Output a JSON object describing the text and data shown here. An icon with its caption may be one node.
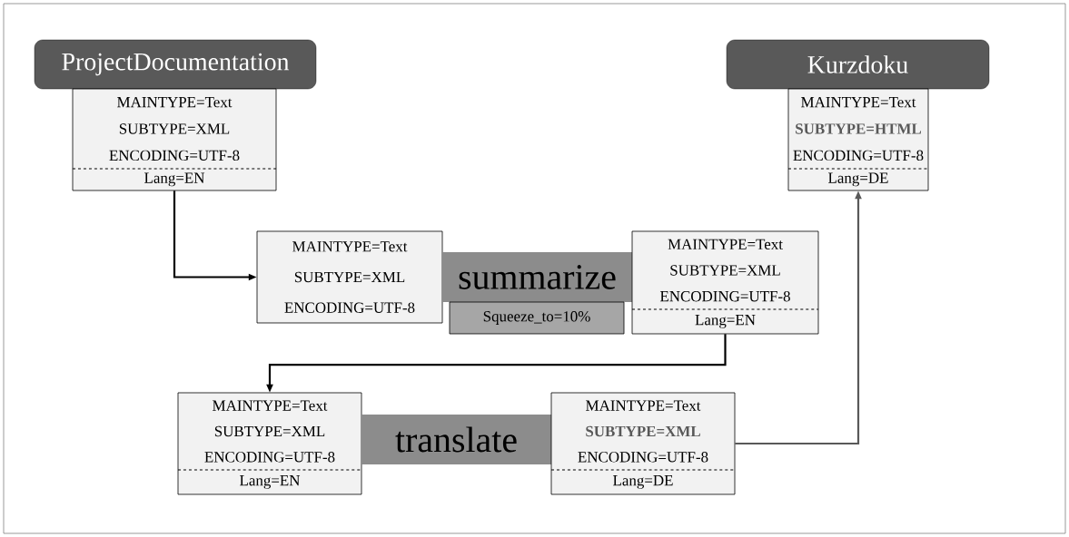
{
  "diagram": {
    "nodes": [
      {
        "text": [
          "ProjectDocumentation"
        ]
      },
      {
        "text": [
          "MAINTYPE=Text",
          "SUBTYPE=XML",
          "ENCODING=UTF-8",
          "Lang=EN"
        ]
      },
      {
        "text": [
          "Kurzdoku"
        ]
      },
      {
        "text": [
          "MAINTYPE=Text",
          "**SUBTYPE=HTML**",
          "ENCODING=UTF-8",
          "Lang=DE"
        ]
      },
      {
        "text": [
          "MAINTYPE=Text",
          "SUBTYPE=XML",
          "ENCODING=UTF-8"
        ]
      },
      {
        "text": [
          "summarize"
        ]
      },
      {
        "text": [
          "Squeeze_to=10%"
        ]
      },
      {
        "text": [
          "MAINTYPE=Text",
          "SUBTYPE=XML",
          "ENCODING=UTF-8",
          "Lang=EN"
        ]
      },
      {
        "text": [
          "MAINTYPE=Text",
          "SUBTYPE=XML",
          "ENCODING=UTF-8",
          "Lang=EN"
        ]
      },
      {
        "text": [
          "translate"
        ]
      },
      {
        "text": [
          "MAINTYPE=Text",
          "**SUBTYPE=XML**",
          "ENCODING=UTF-8",
          "Lang=DE"
        ]
      }
    ],
    "edges": [
      {
        "from": 1,
        "to": 4,
        "arrow": "to"
      },
      {
        "from": 7,
        "to": 8,
        "arrow": "to"
      },
      {
        "from": 10,
        "to": 3,
        "arrow": "to",
        "color": "#595959"
      }
    ]
  }
}
